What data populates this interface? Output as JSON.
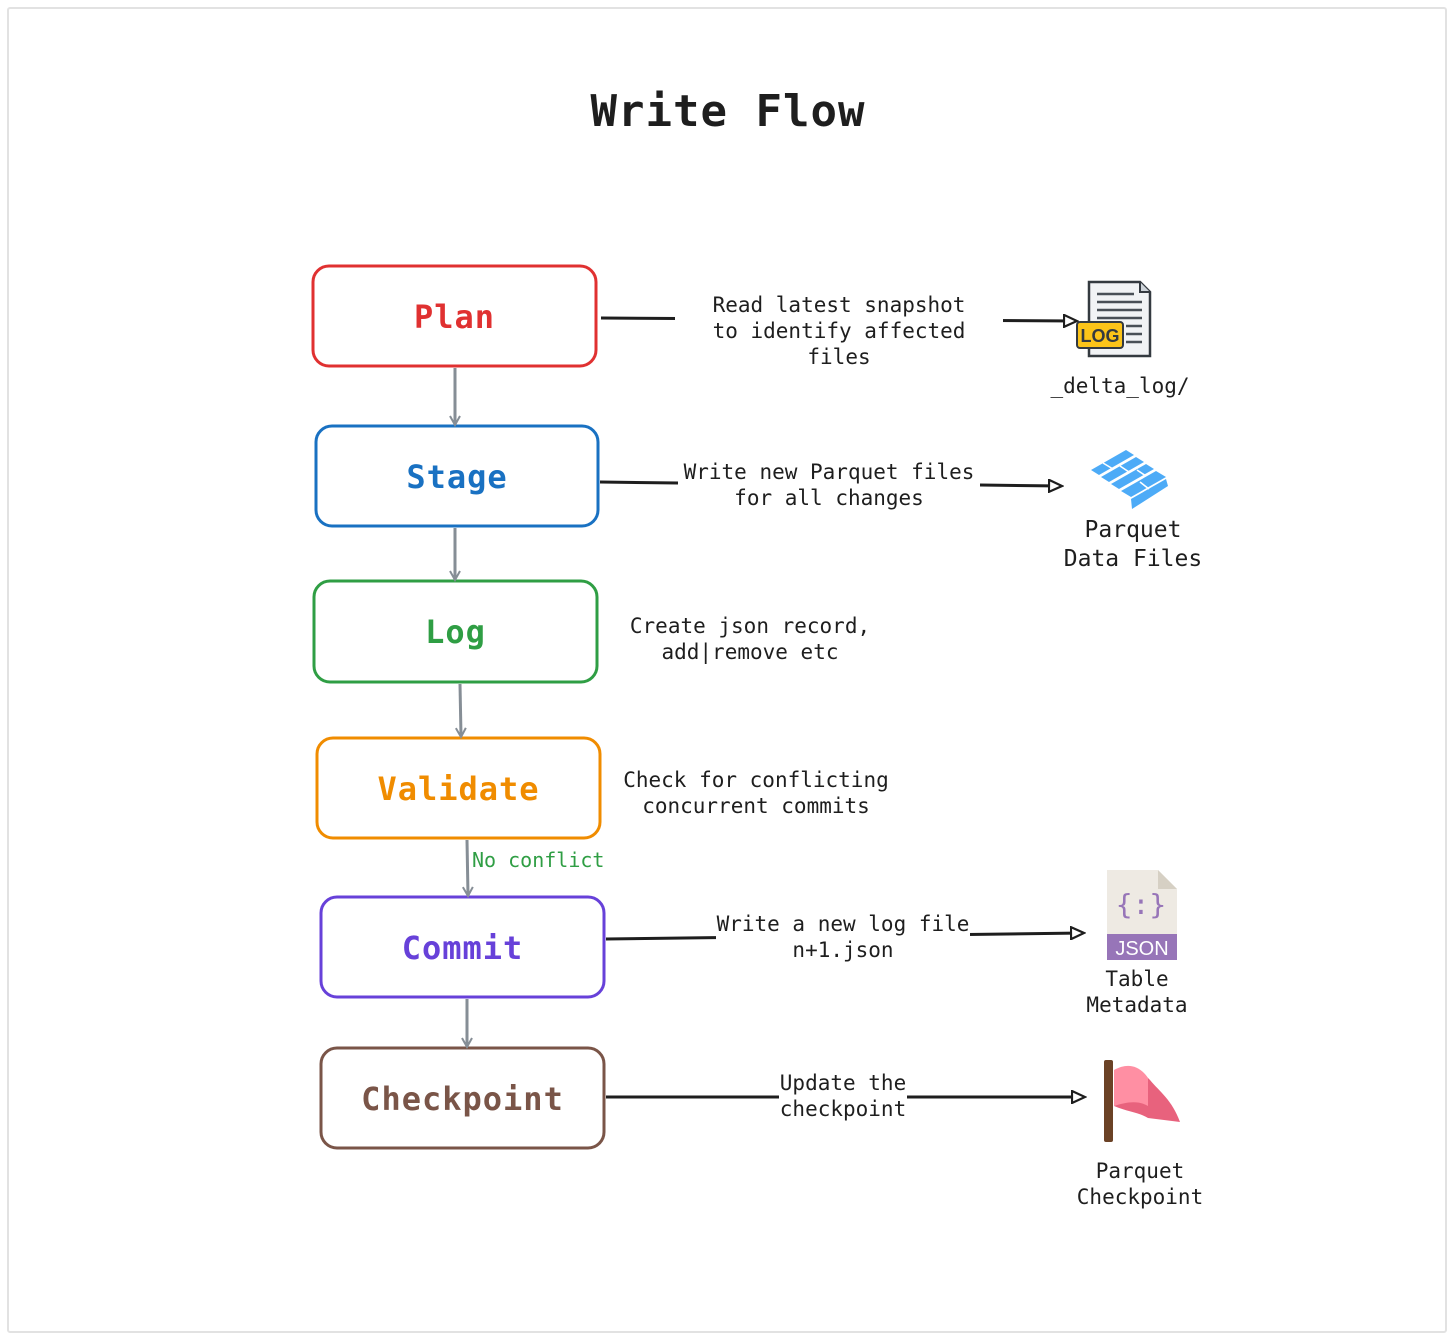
{
  "title": "Write Flow",
  "steps": [
    {
      "label": "Plan",
      "color": "#e03131"
    },
    {
      "label": "Stage",
      "color": "#1971c2"
    },
    {
      "label": "Log",
      "color": "#2f9e44"
    },
    {
      "label": "Validate",
      "color": "#f08c00"
    },
    {
      "label": "Commit",
      "color": "#6741d9"
    },
    {
      "label": "Checkpoint",
      "color": "#7a5548"
    }
  ],
  "notes": {
    "plan": "Read latest snapshot\nto identify affected files",
    "stage": "Write new Parquet files\nfor all changes",
    "log": "Create json record,\nadd|remove etc",
    "validate": "Check for conflicting\nconcurrent commits",
    "commit": "Write a new log file\nn+1.json",
    "checkpoint": "Update the\ncheckpoint"
  },
  "edge_label": "No conflict",
  "targets": {
    "delta_log": {
      "caption": "_delta_log/",
      "icon": "log-file-icon",
      "badge": "LOG"
    },
    "parquet": {
      "caption": "Parquet\nData Files",
      "icon": "parquet-icon"
    },
    "metadata": {
      "caption": "Table\nMetadata",
      "icon": "json-file-icon",
      "badge": "JSON",
      "glyph": "{:}"
    },
    "checkpoint": {
      "caption": "Parquet\nCheckpoint",
      "icon": "flag-icon"
    }
  },
  "colors": {
    "arrow": "#868e96",
    "connector": "#1e1e1e",
    "edge_label": "#2f9e44"
  }
}
